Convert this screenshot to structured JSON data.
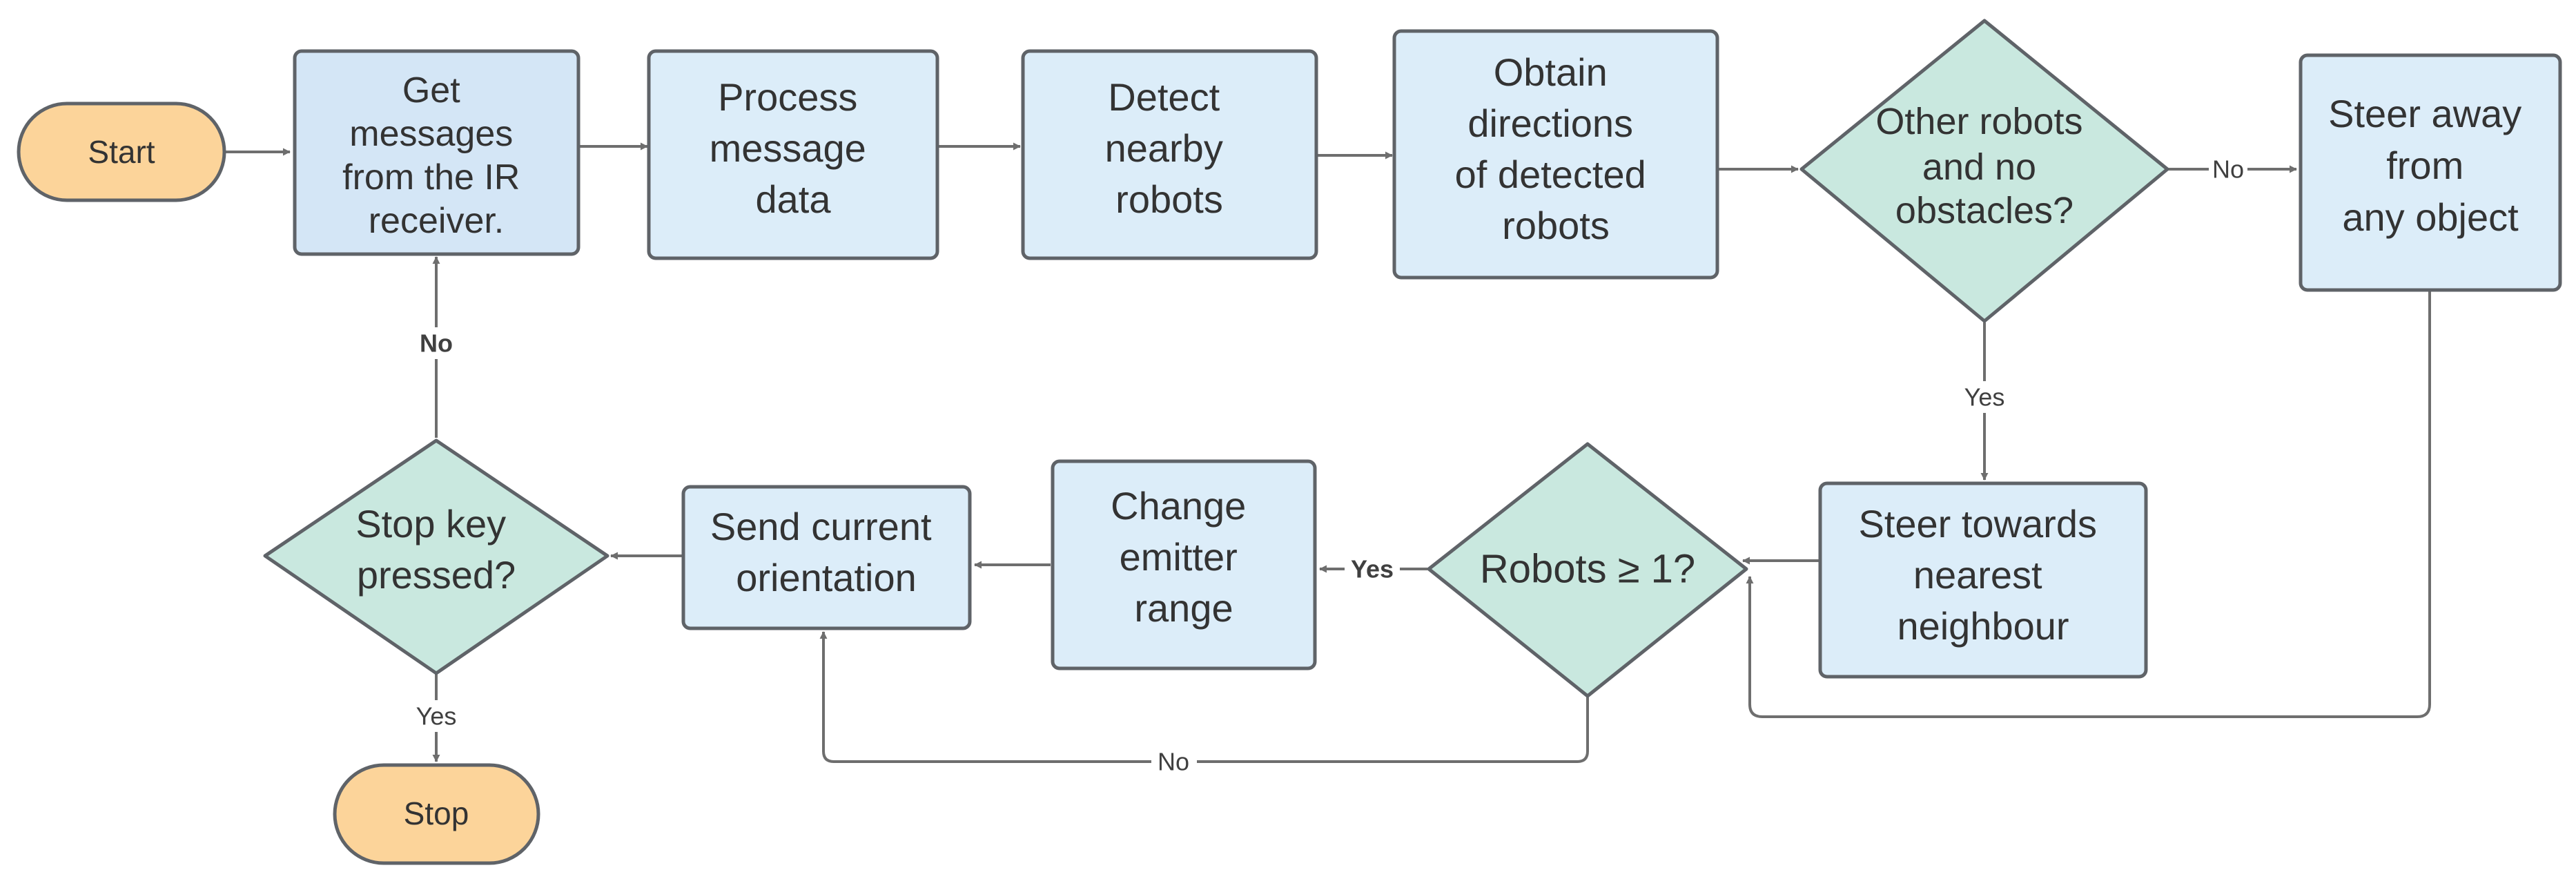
{
  "nodes": {
    "start": {
      "text": "Start"
    },
    "get_messages": {
      "lines": [
        "Get",
        "messages",
        "from the IR",
        "receiver."
      ]
    },
    "process_data": {
      "lines": [
        "Process",
        "message",
        "data"
      ]
    },
    "detect_robots": {
      "lines": [
        "Detect",
        "nearby",
        "robots"
      ]
    },
    "obtain_directions": {
      "lines": [
        "Obtain",
        "directions",
        "of detected",
        "robots"
      ]
    },
    "decision_other_robots": {
      "lines": [
        "Other robots",
        "and no",
        "obstacles?"
      ]
    },
    "steer_away": {
      "lines": [
        "Steer away",
        "from",
        "any object"
      ]
    },
    "steer_towards": {
      "lines": [
        "Steer towards",
        "nearest",
        "neighbour"
      ]
    },
    "decision_robots_count": {
      "lines": [
        "Robots ≥ 1?"
      ]
    },
    "change_range": {
      "lines": [
        "Change",
        "emitter",
        "range"
      ]
    },
    "send_orientation": {
      "lines": [
        "Send current",
        "orientation"
      ]
    },
    "decision_stop_key": {
      "lines": [
        "Stop key",
        "pressed?"
      ]
    },
    "stop": {
      "text": "Stop"
    }
  },
  "edges": {
    "no_steer_away": "No",
    "yes_steer_towards": "Yes",
    "yes_change_range": "Yes",
    "no_send_orientation": "No",
    "no_loop_back": "No",
    "yes_stop": "Yes"
  },
  "colors": {
    "terminal": "#fcd49a",
    "process": "#dcedf9",
    "decision": "#c9e8df",
    "border": "#5f6368",
    "edge": "#6e6e6e"
  }
}
